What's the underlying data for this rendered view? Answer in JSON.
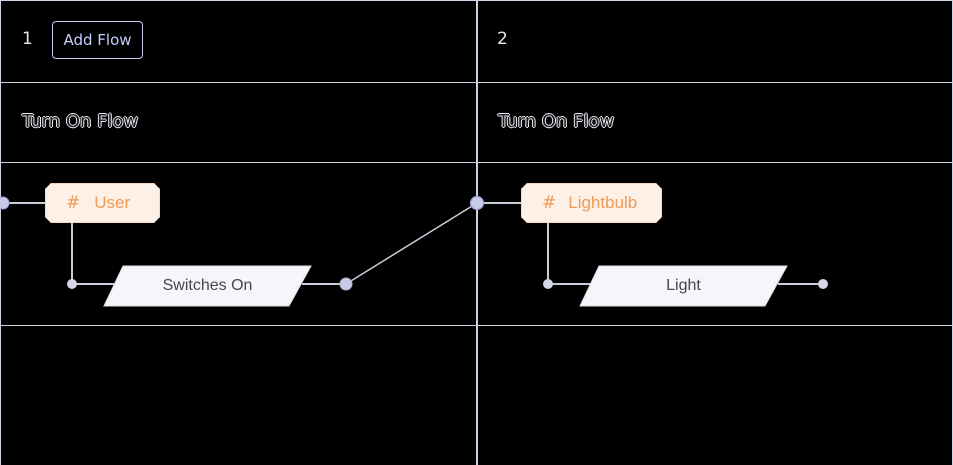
{
  "columns": [
    {
      "number": "1",
      "flow_title": "Turn On Flow",
      "entity": {
        "icon": "hash-icon",
        "label": "User"
      },
      "action": {
        "label": "Switches On"
      }
    },
    {
      "number": "2",
      "flow_title": "Turn On Flow",
      "entity": {
        "icon": "hash-icon",
        "label": "Lightbulb"
      },
      "action": {
        "label": "Light"
      }
    }
  ],
  "toolbar": {
    "add_flow_label": "Add Flow"
  },
  "colors": {
    "background": "#000000",
    "grid_line": "#cfd2e4",
    "entity_fill": "#fdf1e7",
    "entity_text": "#ef9a55",
    "action_fill": "#f5f5fa",
    "connector": "#c9ccda",
    "port": "#c8cbe8"
  }
}
